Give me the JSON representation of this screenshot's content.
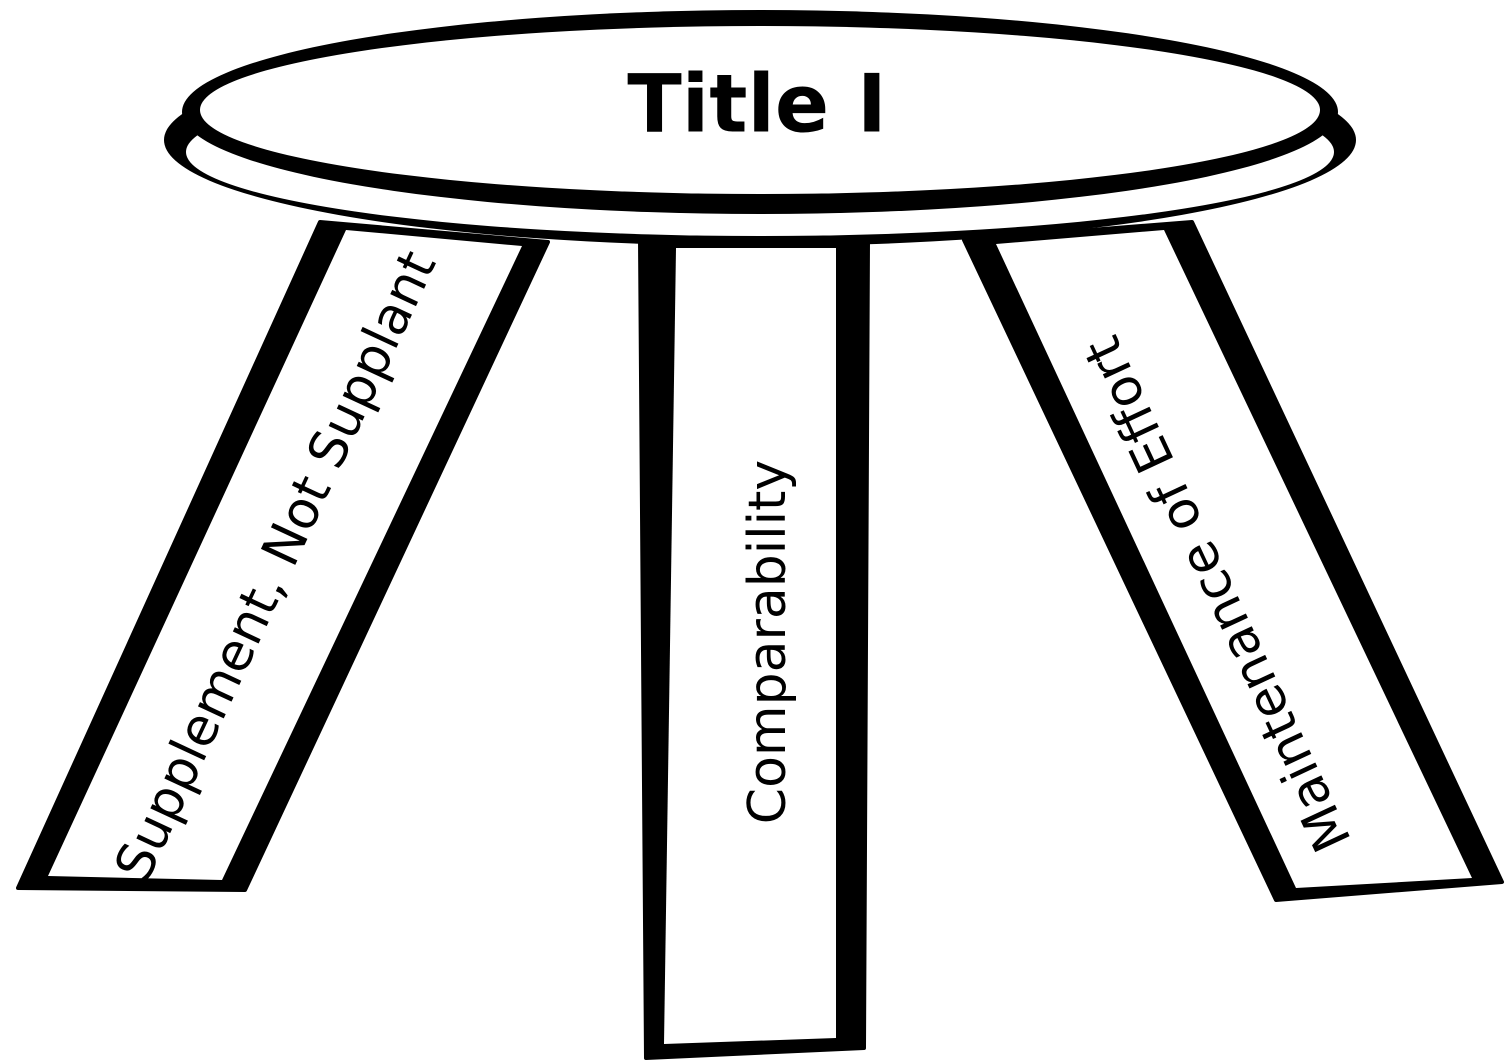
{
  "seat": {
    "title": "Title I"
  },
  "legs": {
    "left": "Supplement, Not Supplant",
    "center": "Comparability",
    "right": "Maintenance of Effort"
  },
  "colors": {
    "stroke": "#000000",
    "fill": "#ffffff"
  }
}
